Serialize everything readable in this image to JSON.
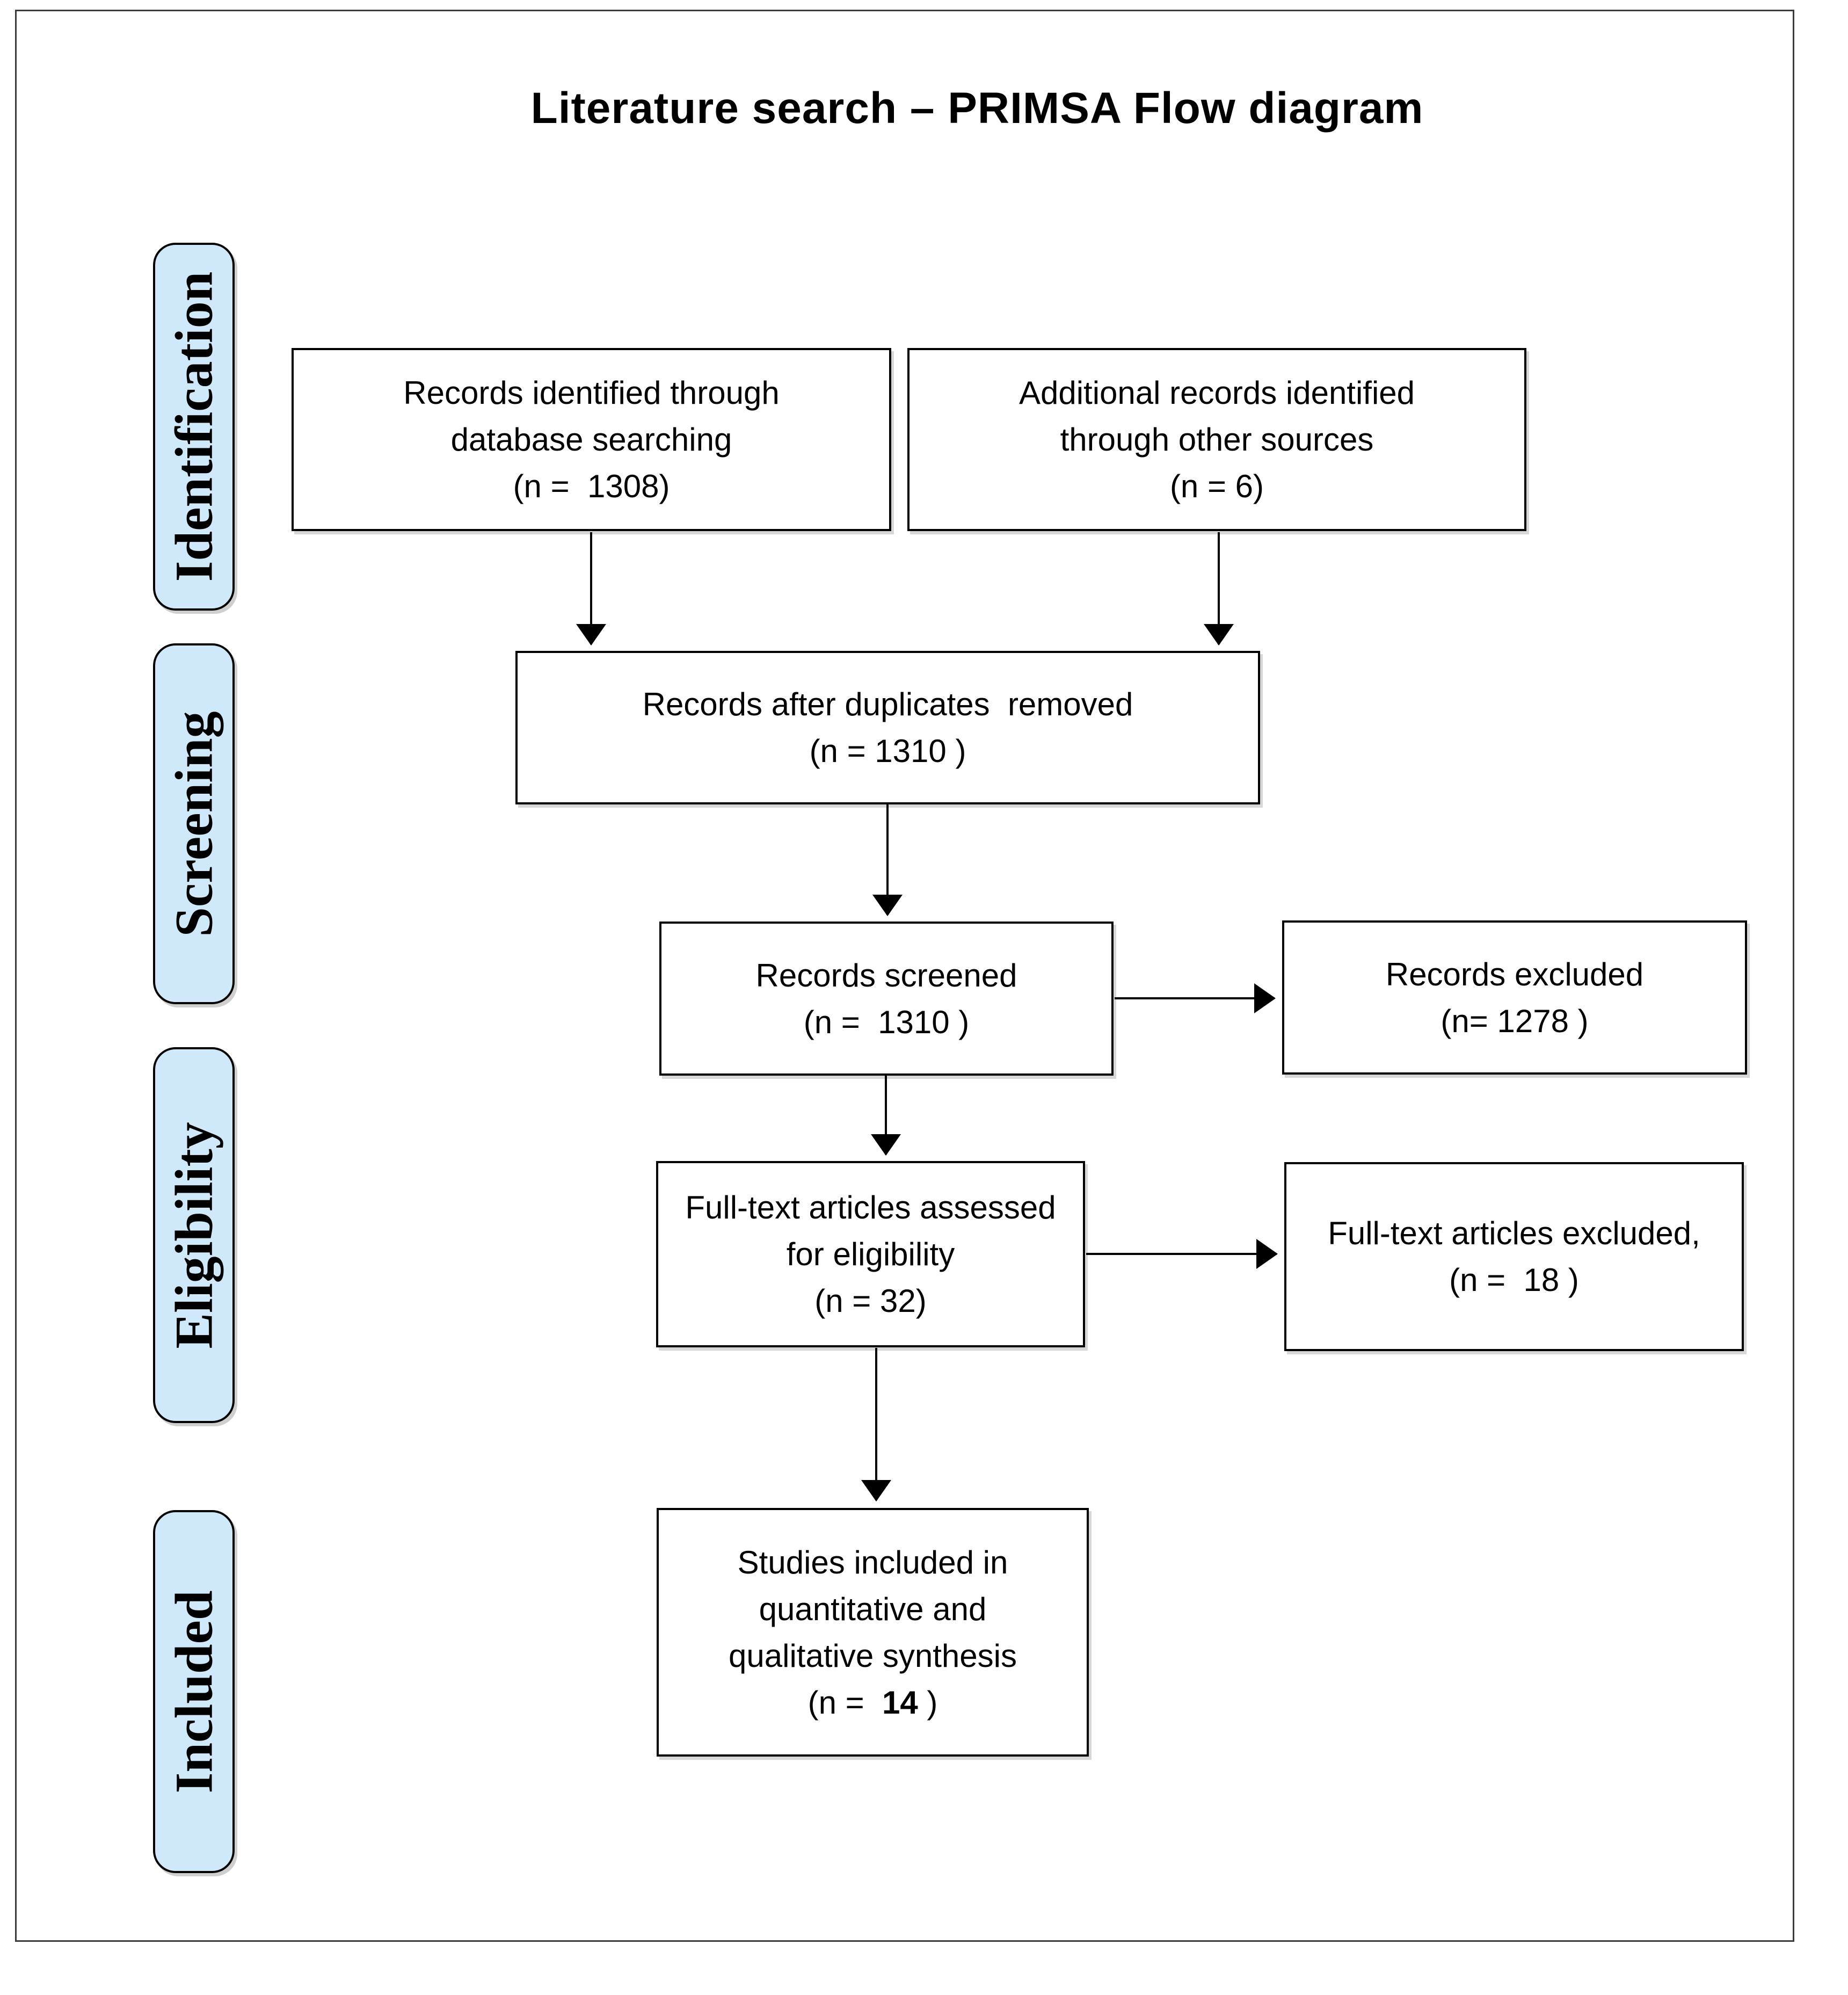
{
  "title": "Literature search – PRIMSA Flow diagram",
  "stages": [
    {
      "label": "Identification"
    },
    {
      "label": "Screening"
    },
    {
      "label": "Eligibility"
    },
    {
      "label": "Included"
    }
  ],
  "boxes": {
    "identified": {
      "text": "Records identified through\ndatabase searching",
      "count": "(n =  1308)"
    },
    "additional": {
      "text": "Additional records identified\nthrough other sources",
      "count": "(n = 6)"
    },
    "deduplicated": {
      "text": "Records after duplicates  removed",
      "count": "(n = 1310 )"
    },
    "screened": {
      "text": "Records screened",
      "count": "(n =  1310 )"
    },
    "records_excluded": {
      "text": "Records excluded",
      "count": "(n= 1278 )"
    },
    "fulltext_assessed": {
      "text": "Full-text articles assessed\nfor eligibility",
      "count": "(n = 32)"
    },
    "fulltext_excluded": {
      "text": "Full-text articles excluded,",
      "count": "(n =  18 )"
    },
    "included_studies": {
      "text": "Studies included in\nquantitative and\nqualitative synthesis",
      "count_prefix": "(n =  ",
      "count_value": "14",
      "count_suffix": " )"
    }
  },
  "edges": [
    {
      "from": "records-identified",
      "to": "records-after-duplicates"
    },
    {
      "from": "additional-records",
      "to": "records-after-duplicates"
    },
    {
      "from": "records-after-duplicates",
      "to": "records-screened"
    },
    {
      "from": "records-screened",
      "to": "records-excluded"
    },
    {
      "from": "records-screened",
      "to": "fulltext-assessed"
    },
    {
      "from": "fulltext-assessed",
      "to": "fulltext-excluded"
    },
    {
      "from": "fulltext-assessed",
      "to": "studies-included"
    }
  ],
  "colors": {
    "stage_fill": "#cfe8fa",
    "stage_border": "#000000",
    "box_border": "#000000",
    "frame_border": "#3c3c3c",
    "arrow": "#000000",
    "background": "#ffffff"
  }
}
